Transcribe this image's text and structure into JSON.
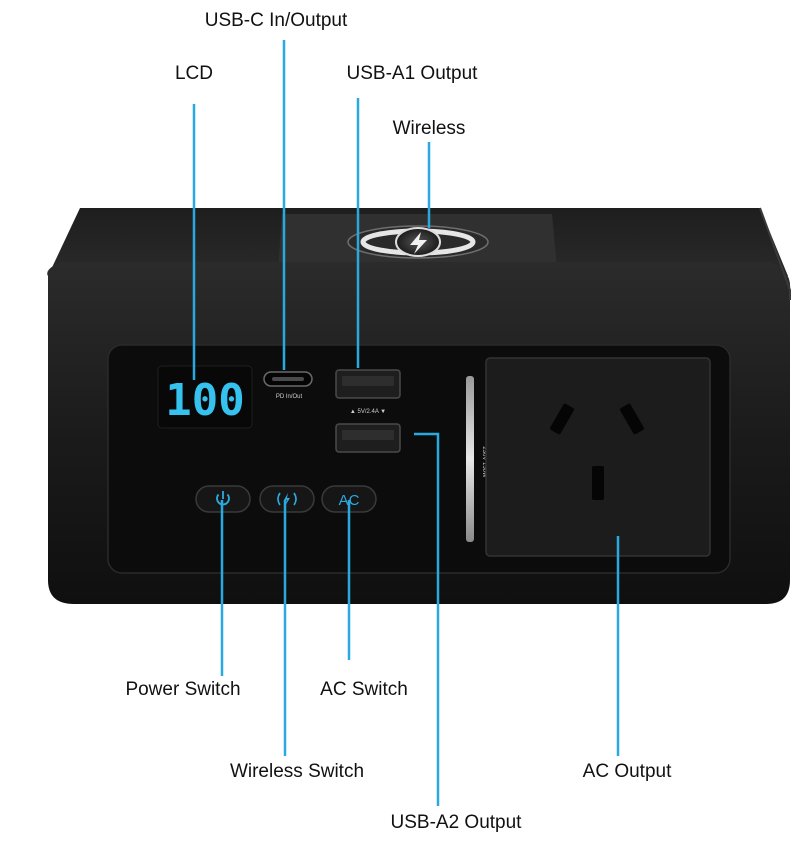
{
  "labels": {
    "usb_c": "USB-C In/Output",
    "lcd": "LCD",
    "usb_a1": "USB-A1 Output",
    "wireless": "Wireless",
    "power_switch": "Power Switch",
    "ac_switch": "AC Switch",
    "wireless_switch": "Wireless Switch",
    "ac_output": "AC Output",
    "usb_a2": "USB-A2 Output"
  },
  "device": {
    "lcd_reading": "100",
    "usb_c_port_text": "PD In/Out",
    "usb_a_spec_text": "▲ 5V/2.4A ▼",
    "ac_spec_text": "230V 150W",
    "ac_button_text": "AC"
  },
  "colors": {
    "callout": "#29a9df",
    "lcd": "#36c2ee",
    "body": "#1a1a1a",
    "panel": "#0e0e0e"
  },
  "icons": {
    "power_button": "power-icon",
    "wireless_button": "wireless-charging-icon",
    "wireless_pad": "lightning-bolt-icon"
  }
}
